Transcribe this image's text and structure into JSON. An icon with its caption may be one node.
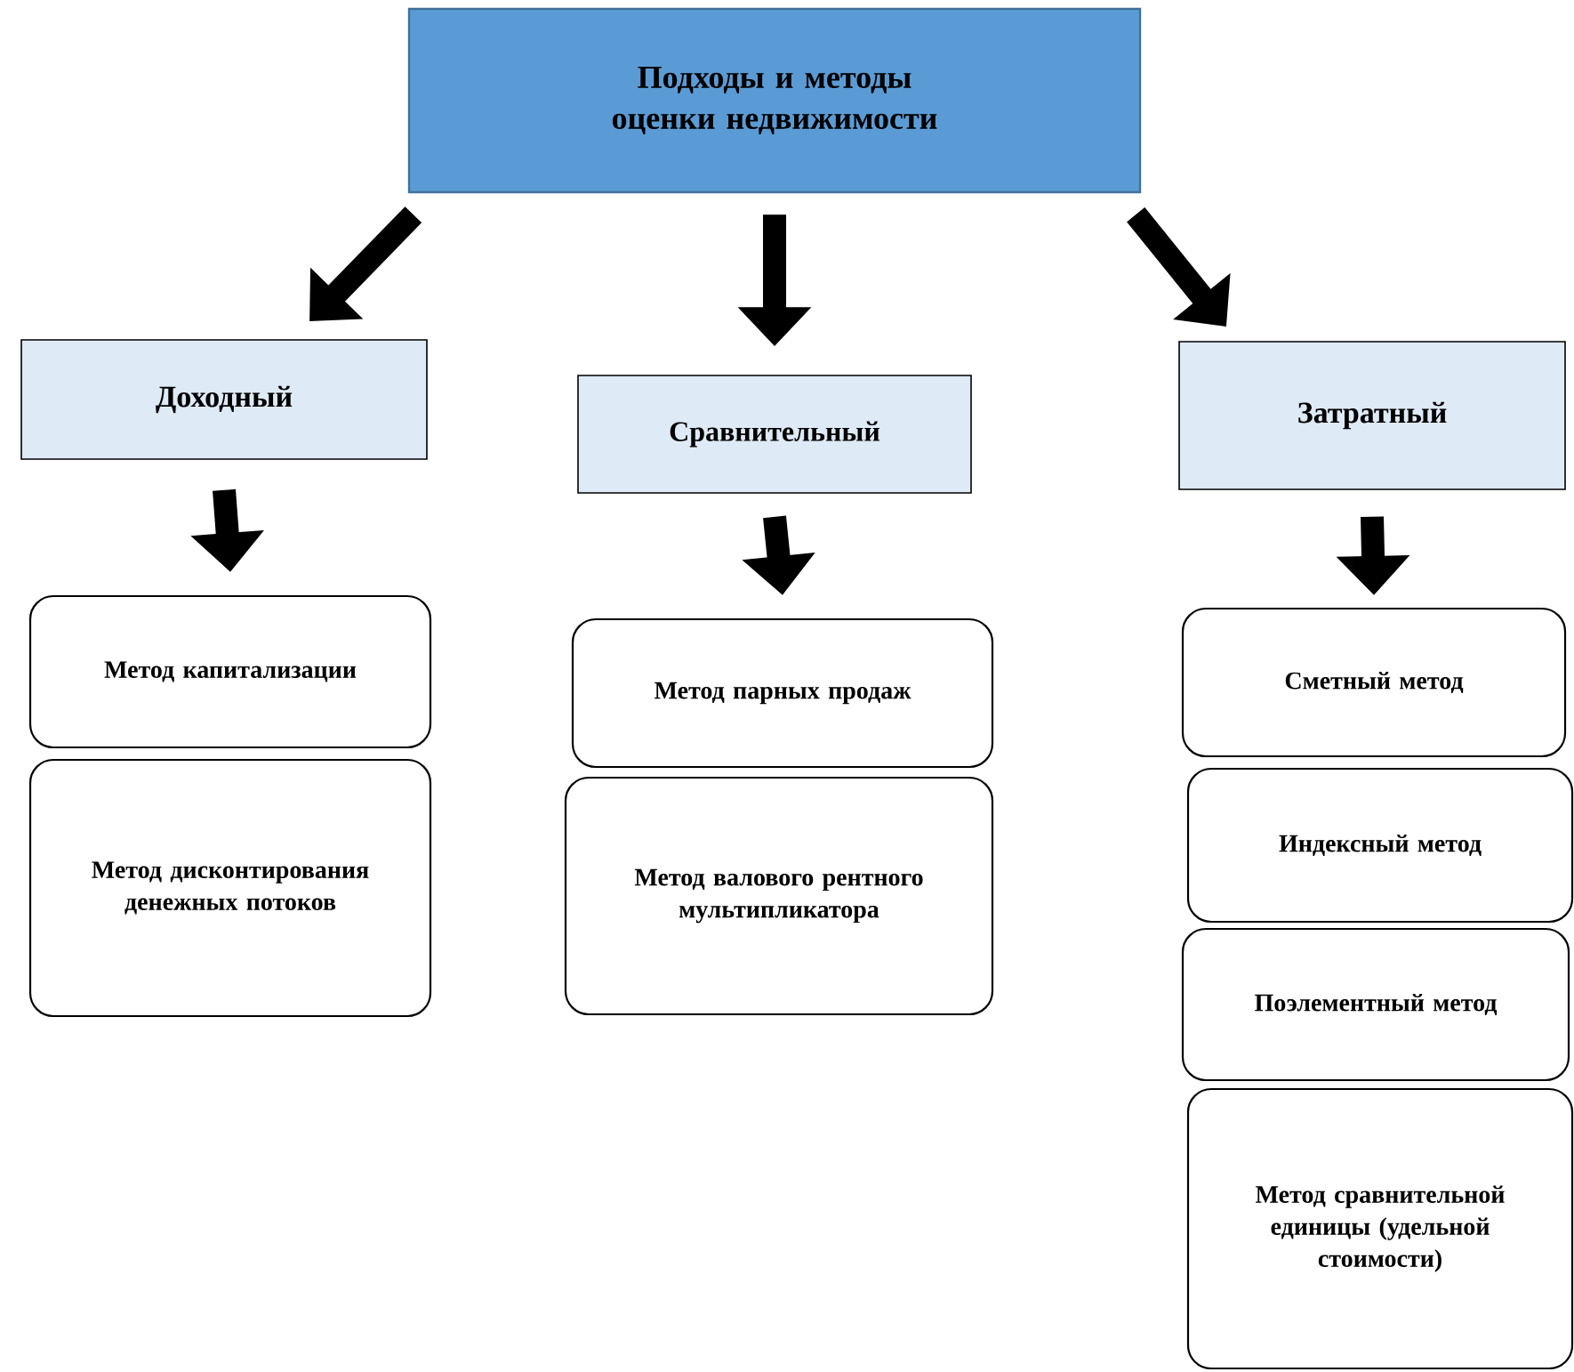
{
  "diagram": {
    "nodes": [
      {
        "text": [
          "Подходы и методы оценки недвижимости"
        ]
      },
      {
        "text": [
          "Доходный"
        ]
      },
      {
        "text": [
          "Сравнительный"
        ]
      },
      {
        "text": [
          "Затратный"
        ]
      },
      {
        "text": [
          "Метод капитализации"
        ]
      },
      {
        "text": [
          "Метод дисконтирования денежных потоков"
        ]
      },
      {
        "text": [
          "Метод парных продаж"
        ]
      },
      {
        "text": [
          "Метод валового рентного мультипликатора"
        ]
      },
      {
        "text": [
          "Сметный метод"
        ]
      },
      {
        "text": [
          "Индексный метод"
        ]
      },
      {
        "text": [
          "Поэлементный метод"
        ]
      },
      {
        "text": [
          "Метод сравнительной единицы (удельной стоимости)"
        ]
      }
    ],
    "edges": [
      {
        "from": 0,
        "to": 1,
        "arrow": "to"
      },
      {
        "from": 0,
        "to": 2,
        "arrow": "to"
      },
      {
        "from": 0,
        "to": 3,
        "arrow": "to"
      },
      {
        "from": 1,
        "to": 4,
        "arrow": "to"
      },
      {
        "from": 2,
        "to": 6,
        "arrow": "to"
      },
      {
        "from": 3,
        "to": 8,
        "arrow": "to"
      }
    ]
  }
}
